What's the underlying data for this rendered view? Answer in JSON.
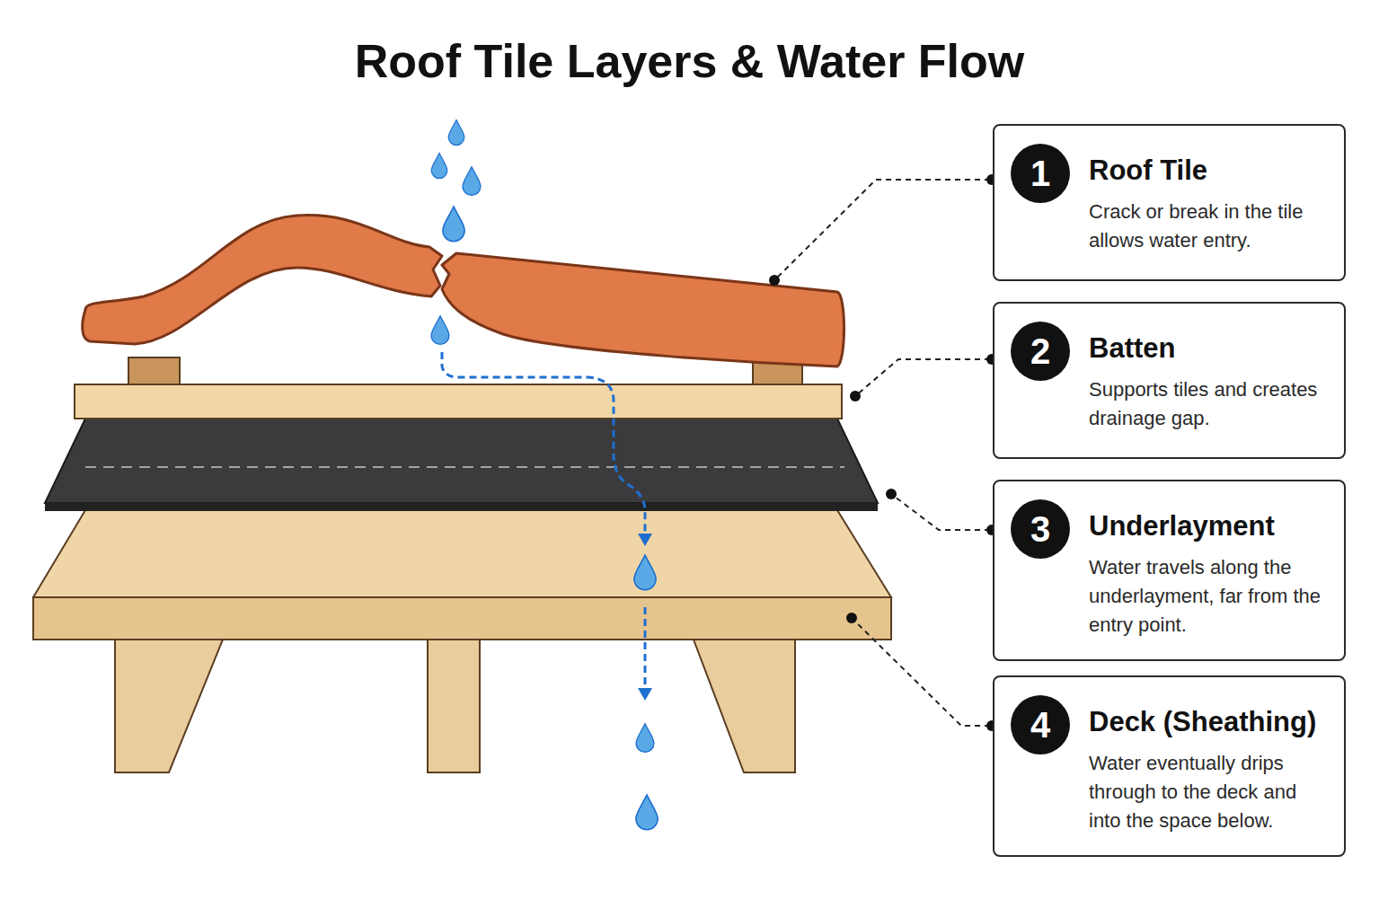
{
  "diagram": {
    "title": "Roof Tile Layers & Water Flow",
    "nodes": [
      {
        "text": [
          "Roof Tile",
          "Crack or break in the tile allows water entry."
        ]
      },
      {
        "text": [
          "1"
        ],
        "in": 0
      },
      {
        "text": [
          "Batten",
          "Supports tiles and creates drainage gap."
        ]
      },
      {
        "text": [
          "2"
        ],
        "in": 2
      },
      {
        "text": [
          "Underlayment",
          "Water travels along the underlayment, far from the entry point."
        ]
      },
      {
        "text": [
          "3"
        ],
        "in": 4
      },
      {
        "text": [
          "Deck (Sheathing)",
          "Water eventually drips through to the deck and into the space below."
        ]
      },
      {
        "text": [
          "4"
        ],
        "in": 6
      }
    ]
  }
}
